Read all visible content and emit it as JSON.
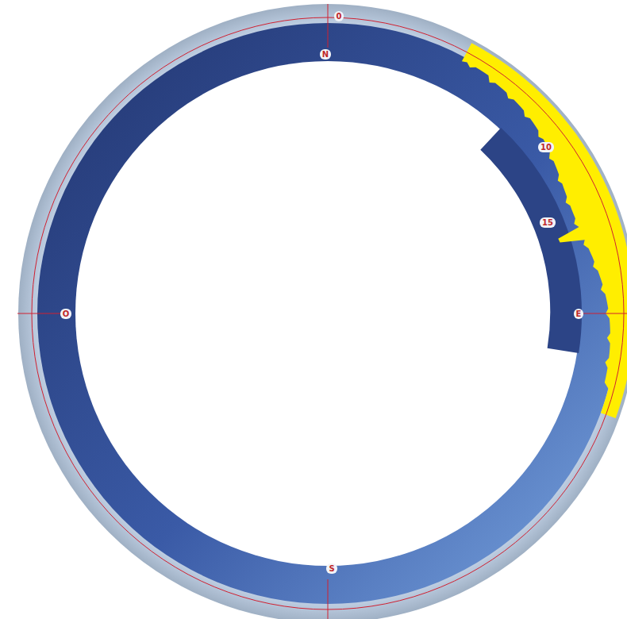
{
  "diagram": {
    "labels": [
      "0",
      "N",
      "10",
      "15",
      "E",
      "O",
      "S"
    ]
  }
}
